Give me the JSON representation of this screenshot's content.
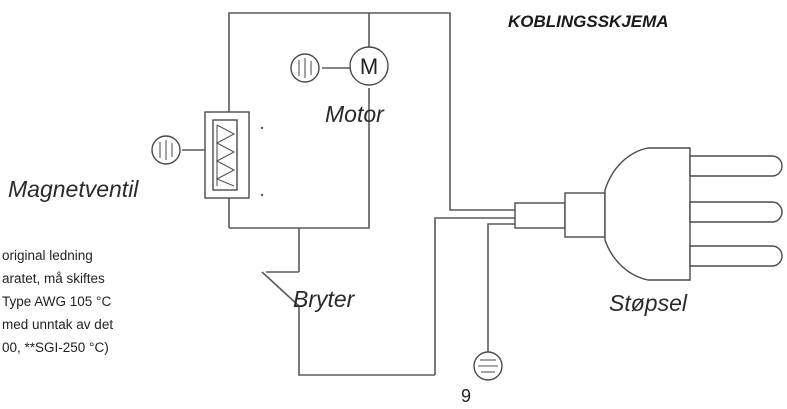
{
  "title": "KOBLINGSSKJEMA",
  "labels": {
    "motor": "Motor",
    "motor_symbol": "M",
    "valve": "Magnetventil",
    "switch": "Bryter",
    "plug": "Støpsel"
  },
  "note_lines": [
    "original ledning",
    "aratet, må skiftes",
    "Type AWG 105 °C",
    "med unntak av det",
    "00, **SGI-250 °C)"
  ],
  "page_number": "9",
  "icons": {
    "motor_ground": "ground-icon",
    "valve_ground": "ground-icon",
    "plug_ground": "ground-icon",
    "motor": "motor-icon",
    "valve_coil": "coil-icon",
    "switch": "switch-icon",
    "plug": "plug-icon"
  }
}
